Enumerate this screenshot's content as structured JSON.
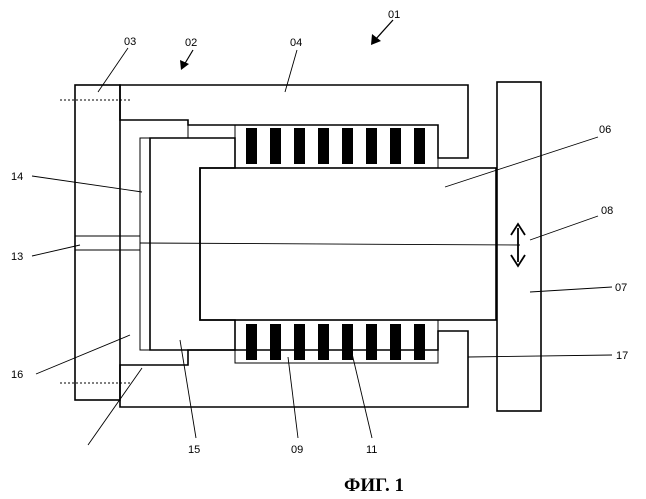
{
  "figure": {
    "caption": "ФИГ. 1",
    "labels": {
      "l01": "01",
      "l02": "02",
      "l03": "03",
      "l04": "04",
      "l06": "06",
      "l07": "07",
      "l08": "08",
      "l09": "09",
      "l11": "11",
      "l13": "13",
      "l14": "14",
      "l15": "15",
      "l16": "16",
      "l17": "17"
    }
  }
}
